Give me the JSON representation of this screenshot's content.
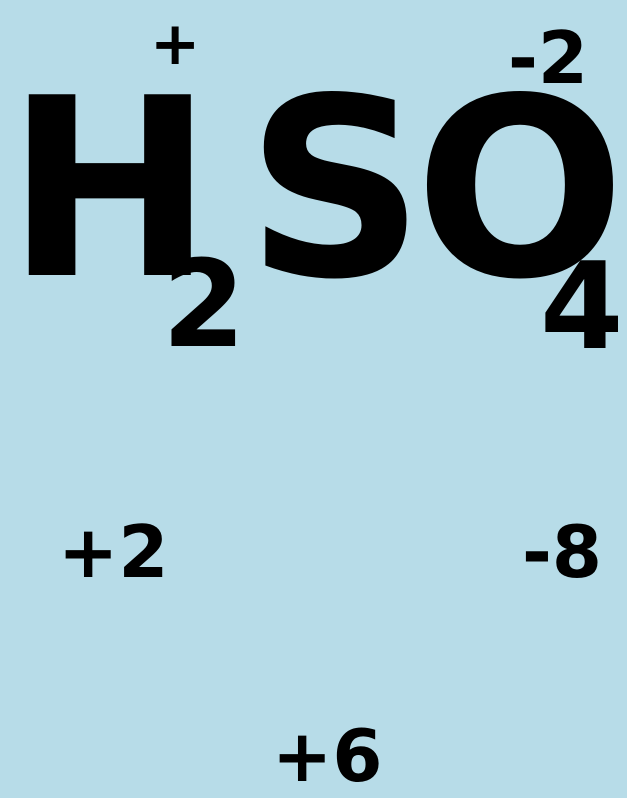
{
  "formula": {
    "h_symbol": "H",
    "h_subscript": "2",
    "so_symbols": "SO",
    "o_subscript": "4"
  },
  "oxidation_states": {
    "h_charge": "+",
    "o_charge": "-2",
    "h_total": "+2",
    "o_total": "-8",
    "s_charge": "+6"
  },
  "colors": {
    "background": "#b7dce8",
    "text": "#000000"
  }
}
